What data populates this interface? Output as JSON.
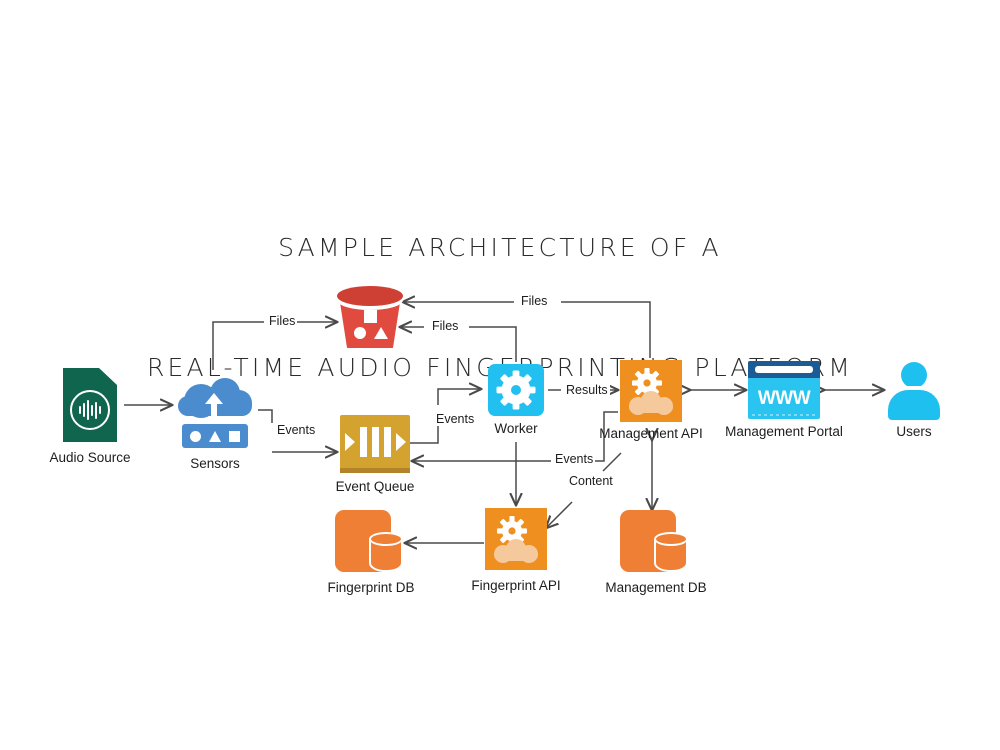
{
  "page": {
    "title_line1": "SAMPLE ARCHITECTURE OF A",
    "title_line2": "REAL-TIME AUDIO FINGERPRINTING PLATFORM",
    "background": "#ffffff"
  },
  "colors": {
    "audio_source": "#10654f",
    "sensors": "#4a8ccd",
    "bucket": "#e04a3f",
    "bucket_lid": "#cf4034",
    "event_queue": "#d3a22f",
    "event_queue_shade": "#b2832a",
    "worker": "#21c0f0",
    "api_orange": "#ef8f1f",
    "api_cloud": "#f6c99c",
    "db_orange": "#ee7f35",
    "portal_bar": "#1b5c96",
    "portal_body": "#2ac4f0",
    "users": "#1ec0f0",
    "edge": "#4a4a4a",
    "text": "#1d1d1d"
  },
  "nodes": [
    {
      "id": "audio-source",
      "label": "Audio Source"
    },
    {
      "id": "sensors",
      "label": "Sensors"
    },
    {
      "id": "object-storage",
      "label": ""
    },
    {
      "id": "event-queue",
      "label": "Event Queue"
    },
    {
      "id": "worker",
      "label": "Worker"
    },
    {
      "id": "management-api",
      "label": "Management API"
    },
    {
      "id": "management-portal",
      "label": "Management Portal"
    },
    {
      "id": "users",
      "label": "Users"
    },
    {
      "id": "fingerprint-db",
      "label": "Fingerprint DB"
    },
    {
      "id": "fingerprint-api",
      "label": "Fingerprint API"
    },
    {
      "id": "management-db",
      "label": "Management DB"
    }
  ],
  "portal_text": "WWW",
  "edges": [
    {
      "id": "audio-to-sensors",
      "from": "audio-source",
      "to": "sensors",
      "label": ""
    },
    {
      "id": "sensors-to-bucket",
      "from": "sensors",
      "to": "object-storage",
      "label": "Files"
    },
    {
      "id": "sensors-to-queue",
      "from": "sensors",
      "to": "event-queue",
      "label": "Events"
    },
    {
      "id": "queue-to-worker",
      "from": "event-queue",
      "to": "worker",
      "label": "Events"
    },
    {
      "id": "worker-to-bucket",
      "from": "object-storage",
      "to": "worker",
      "label": "Files"
    },
    {
      "id": "mgmtapi-to-bucket",
      "from": "management-api",
      "to": "object-storage",
      "label": "Files"
    },
    {
      "id": "worker-to-mgmtapi",
      "from": "worker",
      "to": "management-api",
      "label": "Results"
    },
    {
      "id": "mgmtapi-to-queue",
      "from": "management-api",
      "to": "event-queue",
      "label": "Events"
    },
    {
      "id": "mgmtapi-to-fpapi",
      "from": "management-api",
      "to": "fingerprint-api",
      "label": "Content"
    },
    {
      "id": "worker-to-fpapi",
      "from": "worker",
      "to": "fingerprint-api",
      "label": ""
    },
    {
      "id": "fpapi-to-fpdb",
      "from": "fingerprint-api",
      "to": "fingerprint-db",
      "label": ""
    },
    {
      "id": "mgmtapi-to-mgmtdb",
      "from": "management-api",
      "to": "management-db",
      "label": ""
    },
    {
      "id": "mgmtapi-to-portal",
      "from": "management-api",
      "to": "management-portal",
      "label": ""
    },
    {
      "id": "portal-to-users",
      "from": "management-portal",
      "to": "users",
      "label": ""
    }
  ],
  "edge_labels": [
    {
      "id": "label-files-sensors",
      "text": "Files"
    },
    {
      "id": "label-files-worker",
      "text": "Files"
    },
    {
      "id": "label-files-mgmt",
      "text": "Files"
    },
    {
      "id": "label-events-sensors",
      "text": "Events"
    },
    {
      "id": "label-events-queue",
      "text": "Events"
    },
    {
      "id": "label-results",
      "text": "Results"
    },
    {
      "id": "label-events-mgmt",
      "text": "Events"
    },
    {
      "id": "label-content",
      "text": "Content"
    }
  ]
}
